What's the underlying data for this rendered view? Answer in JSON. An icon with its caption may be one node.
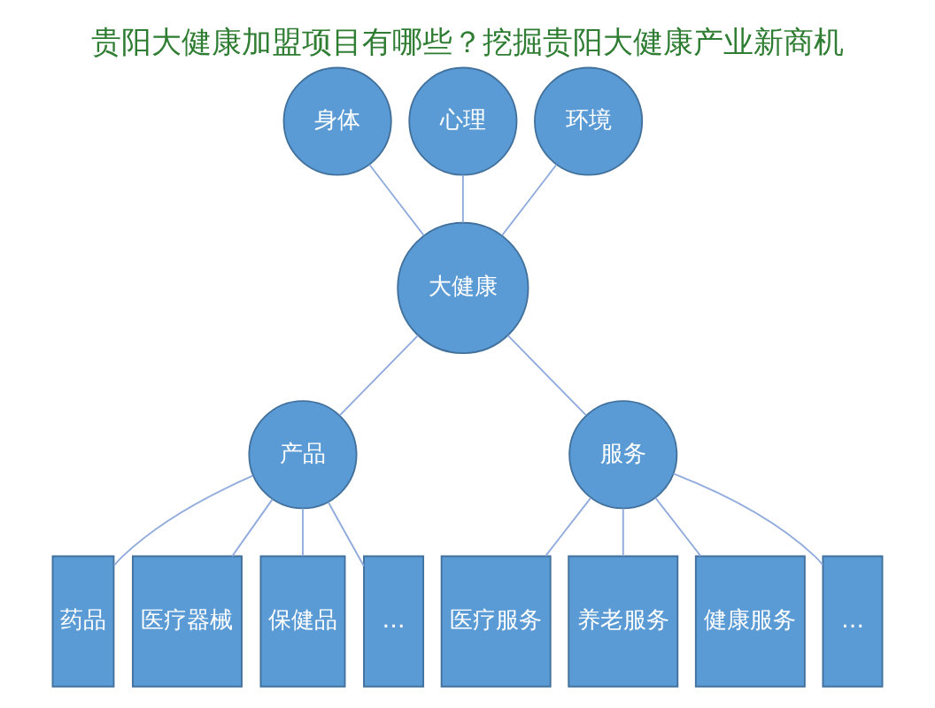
{
  "diagram": {
    "title": "贵阳大健康加盟项目有哪些？挖掘贵阳大健康产业新商机",
    "nodes": [
      {
        "text": [
          "身体"
        ]
      },
      {
        "text": [
          "心理"
        ]
      },
      {
        "text": [
          "环境"
        ]
      },
      {
        "text": [
          "大健康"
        ]
      },
      {
        "text": [
          "产品"
        ]
      },
      {
        "text": [
          "服务"
        ]
      },
      {
        "text": [
          "药品"
        ]
      },
      {
        "text": [
          "医疗器械"
        ]
      },
      {
        "text": [
          "保健品"
        ]
      },
      {
        "text": [
          "…"
        ]
      },
      {
        "text": [
          "医疗服务"
        ]
      },
      {
        "text": [
          "养老服务"
        ]
      },
      {
        "text": [
          "健康服务"
        ]
      },
      {
        "text": [
          "…"
        ]
      }
    ],
    "edges": [
      {
        "from": 3,
        "to": 0,
        "arrow": "none"
      },
      {
        "from": 3,
        "to": 1,
        "arrow": "none"
      },
      {
        "from": 3,
        "to": 2,
        "arrow": "none"
      },
      {
        "from": 3,
        "to": 4,
        "arrow": "none"
      },
      {
        "from": 3,
        "to": 5,
        "arrow": "none"
      },
      {
        "from": 4,
        "to": 6,
        "arrow": "none"
      },
      {
        "from": 4,
        "to": 7,
        "arrow": "none"
      },
      {
        "from": 4,
        "to": 8,
        "arrow": "none"
      },
      {
        "from": 4,
        "to": 9,
        "arrow": "none"
      },
      {
        "from": 5,
        "to": 10,
        "arrow": "none"
      },
      {
        "from": 5,
        "to": 11,
        "arrow": "none"
      },
      {
        "from": 5,
        "to": 12,
        "arrow": "none"
      },
      {
        "from": 5,
        "to": 13,
        "arrow": "none"
      }
    ]
  }
}
